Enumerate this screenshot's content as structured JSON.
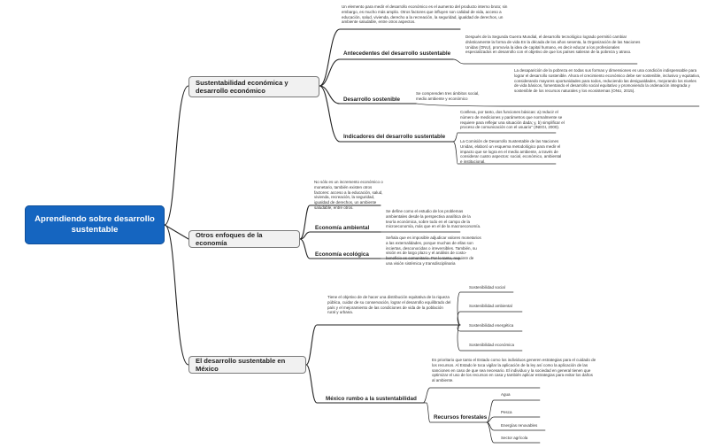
{
  "root": {
    "title": "Aprendiendo sobre desarrollo sustentable"
  },
  "branches": {
    "b1": {
      "title": "Sustentabilidad económica y desarrollo económico",
      "intro": "Un elemento para medir el desarrollo económico es el aumento del producto interno bruto; sin embargo, es mucho más amplio. Otros factores que influyen son calidad de vida, acceso a educación, salud, vivienda, derecho a la recreación, la seguridad, igualdad de derechos, un ambiente saludable, entre otros aspectos.",
      "antecedentes": {
        "label": "Antecedentes del desarrollo sustentable",
        "text": "Después de la Segunda Guerra Mundial, el desarrollo tecnológico logrado permitió cambiar drásticamente la forma de vida En la década de los años sesenta, la Organización de las Naciones Unidas (ONU), promovía la idea de capital humano, es decir educar a los profesionales especializados en desarrollo con el objetivo de que los países salieran de la pobreza y atraso."
      },
      "desarrollo": {
        "label": "Desarrollo sostenible",
        "sub": "Se comprenden tres ámbitos social, medio ambiente y económico",
        "text": "La desaparición de la pobreza en todas sus formas y dimensiones es una condición indispensable para lograr el desarrollo sostenible. Ahora el crecimiento económico debe ser sostenible, inclusivo y equitativo, considerando mayores oportunidades para todos, reduciendo las desigualdades, mejorando los niveles de vida básicos, fomentando el desarrollo social equitativo y promoviendo la ordenación integrada y sostenible de los recursos naturales y los ecosistemas (ONU, 2015)."
      },
      "indicadores": {
        "label": "Indicadores del desarrollo sustentable",
        "text1": "Conlleva, por tanto, dos funciones básicas: a) reducir el número de mediciones y parámetros que normalmente se requiere para reflejar una situación dada; y, b) simplificar el proceso de comunicación con el usuario\" (INEGI, 2000).",
        "text2": "La Comisión de Desarrollo Sustentable de las Naciones Unidas, elaboró un esquema metodológico para medir el impacto que se logra en el medio ambiente, a través de considerar cuatro aspectos: social, económico, ambiental e institucional."
      }
    },
    "b2": {
      "title": "Otros enfoques de la economía",
      "intro": "No sólo es un incremento económico o monetario, también existen otros factores: acceso a la educación, salud, vivienda, recreación, la seguridad, igualdad de derechos, un ambiente saludable, entre otros.",
      "ambiental": {
        "label": "Economía ambiental",
        "text": "Se define como el estudio de los problemas ambientales desde la perspectiva analítica de la teoría económica, sobre todo en el campo de la microeconomía, más que en el de la macroeconomía."
      },
      "ecologica": {
        "label": "Economía ecológica",
        "text": "Señala que es imposible adjudicar valores monetarios a las externalidades, porque muchas de ellas son inciertas, desconocidas o irreversibles. También, su visión es de largo plazo y el análisis de costo-beneficio es comunitario. Por lo tanto, requiere de una visión sistémica y transdisciplinaria"
      }
    },
    "b3": {
      "title": "El desarrollo sustentable en México",
      "intro": "Tiene el objetivo de de hacer una distribución equitativa de la riqueza pública, cuidar de su conservación, lograr el desarrollo equilibrado del país y el mejoramiento de las condiciones de vida de la población rural y urbana.",
      "sostenibilidad": [
        "Sostenibilidad social",
        "Sostenibilidad ambiental",
        "Sostenibilidad energética",
        "Sostenibilidad económica"
      ],
      "rumbo": {
        "label": "México rumbo a la sustentabilidad",
        "text": "Es prioritario que tanto el Estado como los individuos generen estrategias para el cuidado de los recursos. Al Estado le toca vigilar la aplicación de la ley así como la aplicación de las sanciones en caso de que sea necesario. El individuo y la sociedad en general tienen que optimizar el uso de los recursos en casa y también aplicar estrategias para evitar los daños al ambiente."
      },
      "recursos": {
        "label": "Recursos forestales",
        "items": [
          "Agua",
          "Pesca",
          "Energías renovables",
          "Sector agrícola"
        ]
      }
    }
  },
  "colors": {
    "root": "#1565c0",
    "line": "#222222",
    "branch_bg": "#f1f1f1",
    "branch_border": "#7a7a7a"
  }
}
